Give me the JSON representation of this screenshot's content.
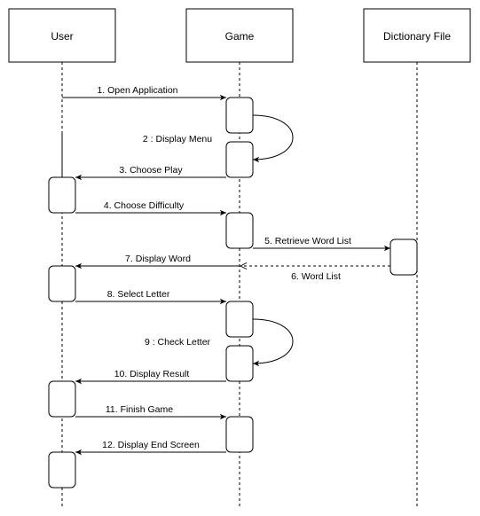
{
  "participants": [
    {
      "id": "user",
      "label": "User"
    },
    {
      "id": "game",
      "label": "Game"
    },
    {
      "id": "dict",
      "label": "Dictionary File"
    }
  ],
  "messages": [
    {
      "id": "m1",
      "label": "1. Open Application",
      "from": "user",
      "to": "game",
      "style": "solid"
    },
    {
      "id": "m2",
      "label": "2 : Display Menu",
      "from": "game",
      "to": "game",
      "style": "self"
    },
    {
      "id": "m3",
      "label": "3. Choose Play",
      "from": "game",
      "to": "user",
      "style": "solid"
    },
    {
      "id": "m4",
      "label": "4. Choose Difficulty",
      "from": "user",
      "to": "game",
      "style": "solid"
    },
    {
      "id": "m5",
      "label": "5. Retrieve Word List",
      "from": "game",
      "to": "dict",
      "style": "solid"
    },
    {
      "id": "m6",
      "label": "6. Word List",
      "from": "dict",
      "to": "game",
      "style": "dashed-return"
    },
    {
      "id": "m7",
      "label": "7. Display Word",
      "from": "game",
      "to": "user",
      "style": "solid"
    },
    {
      "id": "m8",
      "label": "8. Select Letter",
      "from": "user",
      "to": "game",
      "style": "solid"
    },
    {
      "id": "m9",
      "label": "9 : Check Letter",
      "from": "game",
      "to": "game",
      "style": "self"
    },
    {
      "id": "m10",
      "label": "10. Display Result",
      "from": "game",
      "to": "user",
      "style": "solid"
    },
    {
      "id": "m11",
      "label": "11. Finish Game",
      "from": "user",
      "to": "game",
      "style": "solid"
    },
    {
      "id": "m12",
      "label": "12. Display End Screen",
      "from": "game",
      "to": "user",
      "style": "solid"
    }
  ]
}
